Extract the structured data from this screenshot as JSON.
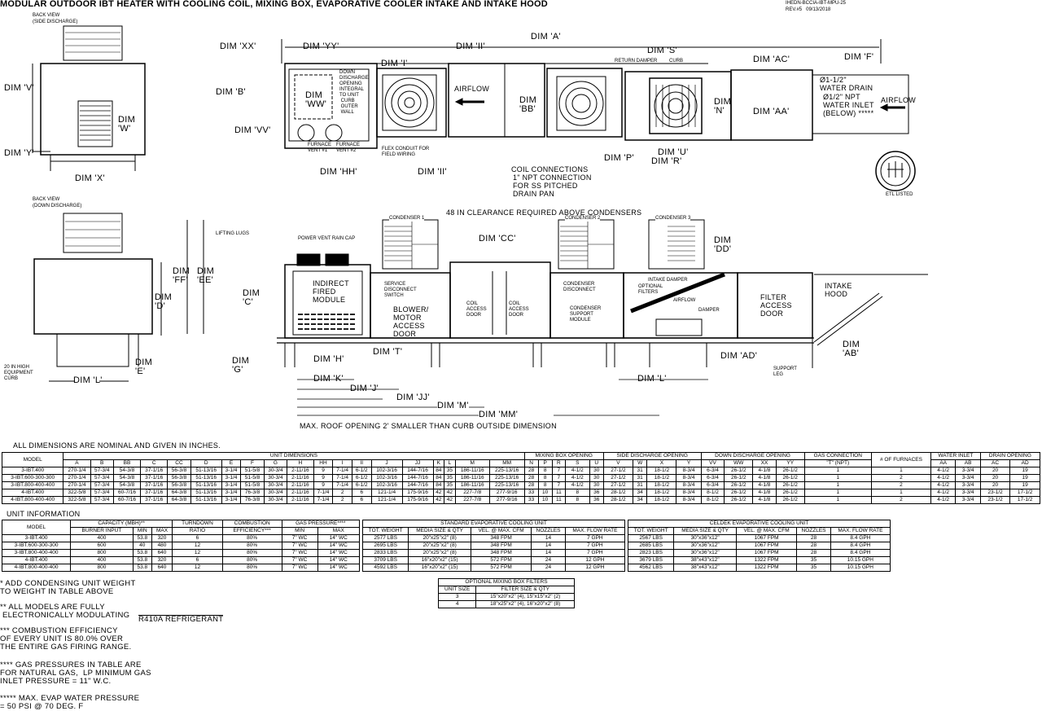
{
  "header": {
    "title": "MODULAR OUTDOOR IBT HEATER WITH COOLING COIL, MIXING BOX, EVAPORATIVE COOLER INTAKE AND INTAKE HOOD",
    "doc_number": "IHEDN-BCCIA-IBT-MPU-25",
    "revision": "REV.#5   09/13/2018"
  },
  "side_view": {
    "title1": "BACK VIEW",
    "title2": "(SIDE DISCHARGE)",
    "dim_v": "DIM 'V'",
    "dim_w": "DIM\n'W'",
    "dim_y": "DIM 'Y'",
    "dim_x": "DIM 'X'"
  },
  "down_view": {
    "title1": "BACK VIEW",
    "title2": "(DOWN DISCHARGE)",
    "dim_d": "DIM\n'D'",
    "dim_ff": "DIM\n'FF'",
    "dim_ee": "DIM\n'EE'",
    "dim_e": "DIM\n'E'",
    "dim_l": "DIM 'L'",
    "curb": "20 IN HIGH\nEQUIPMENT\nCURB"
  },
  "plan_view": {
    "dim_xx": "DIM 'XX'",
    "dim_yy": "DIM 'YY'",
    "dim_ii_top": "DIM 'II'",
    "dim_a": "DIM 'A'",
    "dim_i": "DIM 'I'",
    "dim_b": "DIM 'B'",
    "dim_vv": "DIM 'VV'",
    "dim_ww": "DIM\n'WW'",
    "dim_hh": "DIM 'HH'",
    "dim_ii_bottom": "DIM 'II'",
    "down_discharge_note": "DOWN\nDISCHARGE\nOPENING\nINTEGRAL\nTO UNIT\n CURB\n OUTER\n WALL",
    "furnace_vent_1": "FURNACE\nVENT #1",
    "furnace_vent_2": "FURNACE\nVENT #2",
    "flex_conduit": "FLEX CONDUIT FOR\nFIELD WIRING",
    "airflow_left": "AIRFLOW",
    "dim_bb": "DIM\n'BB'",
    "coil_connections": "COIL CONNECTIONS",
    "drain_connection": "1\" NPT CONNECTION\nFOR SS PITCHED\nDRAIN PAN",
    "dim_s": "DIM 'S'",
    "return_damper": "RETURN DAMPER",
    "curb": "CURB",
    "dim_ac": "DIM 'AC'",
    "dim_f": "DIM 'F'",
    "dim_n": "DIM\n'N'",
    "dim_aa": "DIM 'AA'",
    "water_drain": "Ø1-1/2\"\nWATER DRAIN",
    "water_inlet": "Ø1/2\" NPT\nWATER INLET\n(BELOW) *****",
    "airflow_right": "AIRFLOW",
    "dim_p": "DIM 'P'",
    "dim_u": "DIM 'U'",
    "dim_r": "DIM 'R'",
    "logo_text": "ETL LISTED"
  },
  "elevation": {
    "clearance": "48 IN CLEARANCE REQUIRED ABOVE CONDENSERS",
    "condenser_1": "CONDENSER 1",
    "condenser_2": "CONDENSER 2",
    "condenser_3": "CONDENSER 3",
    "lifting_lugs": "LIFTING LUGS",
    "rain_cap": "POWER VENT RAIN CAP",
    "dim_cc": "DIM 'CC'",
    "dim_dd": "DIM\n'DD'",
    "dim_c": "DIM\n'C'",
    "indirect_fired": "INDIRECT\nFIRED\nMODULE",
    "service_disconnect": "SERVICE\nDISCONNECT\nSWITCH",
    "blower_door": "BLOWER/\nMOTOR\nACCESS\nDOOR",
    "coil_door_1": "COIL\nACCESS\nDOOR",
    "coil_door_2": "COIL\nACCESS\nDOOR",
    "condenser_disconnect": "CONDENSER\nDISCONNECT",
    "condenser_support": "CONDENSER\nSUPPORT\nMODULE",
    "intake_damper": "INTAKE DAMPER",
    "optional_filters": "OPTIONAL\nFILTERS",
    "airflow": "AIRFLOW",
    "damper": "DAMPER",
    "filter_door": "FILTER\nACCESS\nDOOR",
    "intake_hood": "INTAKE\nHOOD",
    "dim_h": "DIM 'H'",
    "dim_t": "DIM 'T'",
    "dim_g": "DIM\n'G'",
    "dim_ad": "DIM 'AD'",
    "dim_ab": "DIM\n'AB'",
    "support_leg": "SUPPORT\nLEG",
    "dim_k": "DIM 'K'",
    "dim_j": "DIM 'J'",
    "dim_jj": "DIM 'JJ'",
    "dim_m": "DIM 'M'",
    "dim_mm": "DIM 'MM'",
    "dim_l": "DIM 'L'",
    "roof_opening": "MAX. ROOF OPENING 2' SMALLER THAN CURB OUTSIDE DIMENSION"
  },
  "dimensions_table": {
    "caption": "ALL DIMENSIONS ARE NOMINAL AND GIVEN IN INCHES.",
    "model_header": "MODEL",
    "groups": [
      {
        "label": "UNIT DIMENSIONS",
        "columns": [
          "A",
          "B",
          "BB",
          "C",
          "CC",
          "D",
          "E",
          "F",
          "G",
          "H",
          "HH",
          "I",
          "II",
          "J",
          "JJ",
          "K",
          "L",
          "M",
          "MM"
        ]
      },
      {
        "label": "MIXING BOX OPENING",
        "columns": [
          "N",
          "P",
          "R",
          "S",
          "U"
        ]
      },
      {
        "label": "SIDE DISCHARGE OPENING",
        "columns": [
          "V",
          "W",
          "X",
          "Y"
        ]
      },
      {
        "label": "DOWN DISCHARGE OPENING",
        "columns": [
          "VV",
          "WW",
          "XX",
          "YY"
        ]
      },
      {
        "label": "GAS CONNECTION",
        "columns": [
          "\"T\" (NPT)"
        ]
      },
      {
        "label": "# OF FURNACES",
        "columns": []
      },
      {
        "label": "WATER INLET",
        "columns": [
          "AA",
          "AB"
        ]
      },
      {
        "label": "DRAIN OPENING",
        "columns": [
          "AC",
          "AD"
        ]
      }
    ],
    "rows": [
      [
        "3-IBT.400",
        "270-1/4",
        "57-3/4",
        "54-3/8",
        "37-1/16",
        "56-3/8",
        "51-13/16",
        "3-1/4",
        "51-5/8",
        "30-3/4",
        "2-11/16",
        "9",
        "7-1/4",
        "6-1/2",
        "102-3/16",
        "144-7/16",
        "84",
        "35",
        "186-11/16",
        "225-13/16",
        "28",
        "8",
        "7",
        "4-1/2",
        "30",
        "27-1/2",
        "31",
        "18-1/2",
        "8-3/4",
        "6-3/4",
        "26-1/2",
        "4-1/8",
        "26-1/2",
        "1",
        "1",
        "4-1/2",
        "3-3/4",
        "20",
        "19"
      ],
      [
        "3-IBT.600-300-300",
        "270-1/4",
        "57-3/4",
        "54-3/8",
        "37-1/16",
        "56-3/8",
        "51-13/16",
        "3-1/4",
        "51-5/8",
        "30-3/4",
        "2-11/16",
        "9",
        "7-1/4",
        "6-1/2",
        "102-3/16",
        "144-7/16",
        "84",
        "35",
        "186-11/16",
        "225-13/16",
        "28",
        "8",
        "7",
        "4-1/2",
        "30",
        "27-1/2",
        "31",
        "18-1/2",
        "8-3/4",
        "6-3/4",
        "26-1/2",
        "4-1/8",
        "26-1/2",
        "1",
        "2",
        "4-1/2",
        "3-3/4",
        "20",
        "19"
      ],
      [
        "3-IBT.800-400-400",
        "270-1/4",
        "57-3/4",
        "54-3/8",
        "37-1/16",
        "56-3/8",
        "51-13/16",
        "3-1/4",
        "51-5/8",
        "30-3/4",
        "2-11/16",
        "9",
        "7-1/4",
        "6-1/2",
        "102-3/16",
        "144-7/16",
        "84",
        "35",
        "186-11/16",
        "225-13/16",
        "28",
        "8",
        "7",
        "4-1/2",
        "30",
        "27-1/2",
        "31",
        "18-1/2",
        "8-3/4",
        "6-3/4",
        "26-1/2",
        "4-1/8",
        "26-1/2",
        "1",
        "2",
        "4-1/2",
        "3-3/4",
        "20",
        "19"
      ],
      [
        "4-IBT.400",
        "322-5/8",
        "57-3/4",
        "60-7/16",
        "37-1/16",
        "64-3/8",
        "51-13/16",
        "3-1/4",
        "76-3/8",
        "30-3/4",
        "2-11/16",
        "7-1/4",
        "2",
        "6",
        "121-1/4",
        "175-9/16",
        "42",
        "42",
        "227-7/8",
        "277-9/16",
        "33",
        "10",
        "11",
        "8",
        "36",
        "28-1/2",
        "34",
        "18-1/2",
        "8-3/4",
        "8-1/2",
        "26-1/2",
        "4-1/8",
        "26-1/2",
        "1",
        "1",
        "4-1/2",
        "3-3/4",
        "23-1/2",
        "17-1/2"
      ],
      [
        "4-IBT.800-400-400",
        "322-5/8",
        "57-3/4",
        "60-7/16",
        "37-1/16",
        "64-3/8",
        "51-13/16",
        "3-1/4",
        "76-3/8",
        "30-3/4",
        "2-11/16",
        "7-1/4",
        "2",
        "6",
        "121-1/4",
        "175-9/16",
        "42",
        "42",
        "227-7/8",
        "277-9/16",
        "33",
        "10",
        "11",
        "8",
        "36",
        "28-1/2",
        "34",
        "18-1/2",
        "8-3/4",
        "8-1/2",
        "26-1/2",
        "4-1/8",
        "26-1/2",
        "1",
        "2",
        "4-1/2",
        "3-3/4",
        "23-1/2",
        "17-1/2"
      ]
    ]
  },
  "unit_info": {
    "caption": "UNIT INFORMATION",
    "model_header": "MODEL",
    "groups": [
      {
        "label": "CAPACITY (MBH)**",
        "columns": [
          "BURNER INPUT",
          "MIN",
          "MAX"
        ]
      },
      {
        "label": "TURNDOWN",
        "columns": [
          "RATIO"
        ]
      },
      {
        "label": "COMBUSTION",
        "columns": [
          "EFFICIENCY***"
        ]
      },
      {
        "label": "GAS PRESSURE****",
        "columns": [
          "MIN",
          "MAX"
        ]
      }
    ],
    "rows": [
      [
        "3-IBT.400",
        "400",
        "53.8",
        "320",
        "6",
        "80%",
        "7\" WC",
        "14\" WC"
      ],
      [
        "3-IBT.600-300-300",
        "600",
        "40",
        "480",
        "12",
        "80%",
        "7\" WC",
        "14\" WC"
      ],
      [
        "3-IBT.800-400-400",
        "800",
        "53.8",
        "640",
        "12",
        "80%",
        "7\" WC",
        "14\" WC"
      ],
      [
        "4-IBT.400",
        "400",
        "53.8",
        "320",
        "6",
        "80%",
        "7\" WC",
        "14\" WC"
      ],
      [
        "4-IBT.800-400-400",
        "800",
        "53.8",
        "640",
        "12",
        "80%",
        "7\" WC",
        "14\" WC"
      ]
    ]
  },
  "standard_evap": {
    "title": "STANDARD EVAPORATIVE COOLING UNIT",
    "columns": [
      "TOT. WEIGHT",
      "MEDIA SIZE & QTY",
      "VEL. @ MAX. CFM",
      "NOZZLES",
      "MAX. FLOW RATE"
    ],
    "rows": [
      [
        "2577 LBS",
        "20\"x25\"x2\" (8)",
        "348 FPM",
        "14",
        "7 GPH"
      ],
      [
        "2695 LBS",
        "20\"x25\"x2\" (8)",
        "348 FPM",
        "14",
        "7 GPH"
      ],
      [
        "2833 LBS",
        "20\"x25\"x2\" (8)",
        "348 FPM",
        "14",
        "7 GPH"
      ],
      [
        "3709 LBS",
        "16\"x20\"x2\" (15)",
        "572 FPM",
        "24",
        "12 GPH"
      ],
      [
        "4592 LBS",
        "16\"x20\"x2\" (15)",
        "572 FPM",
        "24",
        "12 GPH"
      ]
    ]
  },
  "celdek_evap": {
    "title": "CELDEK EVAPORATIVE COOLING UNIT",
    "columns": [
      "TOT. WEIGHT",
      "MEDIA SIZE & QTY",
      "VEL. @ MAX. CFM",
      "NOZZLES",
      "MAX. FLOW RATE"
    ],
    "rows": [
      [
        "2567 LBS",
        "30\"x36\"x12\"",
        "1067 FPM",
        "28",
        "8.4 GPH"
      ],
      [
        "2685 LBS",
        "30\"x36\"x12\"",
        "1067 FPM",
        "28",
        "8.4 GPH"
      ],
      [
        "2823 LBS",
        "30\"x36\"x12\"",
        "1067 FPM",
        "28",
        "8.4 GPH"
      ],
      [
        "3679 LBS",
        "38\"x43\"x12\"",
        "1322 FPM",
        "35",
        "10.15 GPH"
      ],
      [
        "4562 LBS",
        "38\"x43\"x12\"",
        "1322 FPM",
        "35",
        "10.15 GPH"
      ]
    ]
  },
  "filters_table": {
    "title": "OPTIONAL MIXING BOX FILTERS",
    "columns": [
      "UNIT SIZE",
      "FILTER SIZE & QTY"
    ],
    "rows": [
      [
        "3",
        "15\"x20\"x2\" (4), 15\"x15\"x2\" (2)"
      ],
      [
        "4",
        "18\"x25\"x2\" (4), 16\"x20\"x2\" (8)"
      ]
    ]
  },
  "notes": {
    "n1": "* ADD CONDENSING UNIT WEIGHT\nTO WEIGHT IN TABLE ABOVE",
    "n2": "** ALL MODELS ARE FULLY\n ELECTRONICALLY MODULATING",
    "refrigerant": "R410A REFRIGERANT",
    "n3": "*** COMBUSTION EFFICIENCY\nOF EVERY UNIT IS 80.0% OVER\nTHE ENTIRE GAS FIRING RANGE.",
    "n4": "**** GAS PRESSURES IN TABLE ARE\nFOR NATURAL GAS,  LP MINIMUM GAS\nINLET PRESSURE = 11\" W.C.",
    "n5": "***** MAX. EVAP WATER PRESSURE\n= 50 PSI @ 70 DEG. F"
  }
}
